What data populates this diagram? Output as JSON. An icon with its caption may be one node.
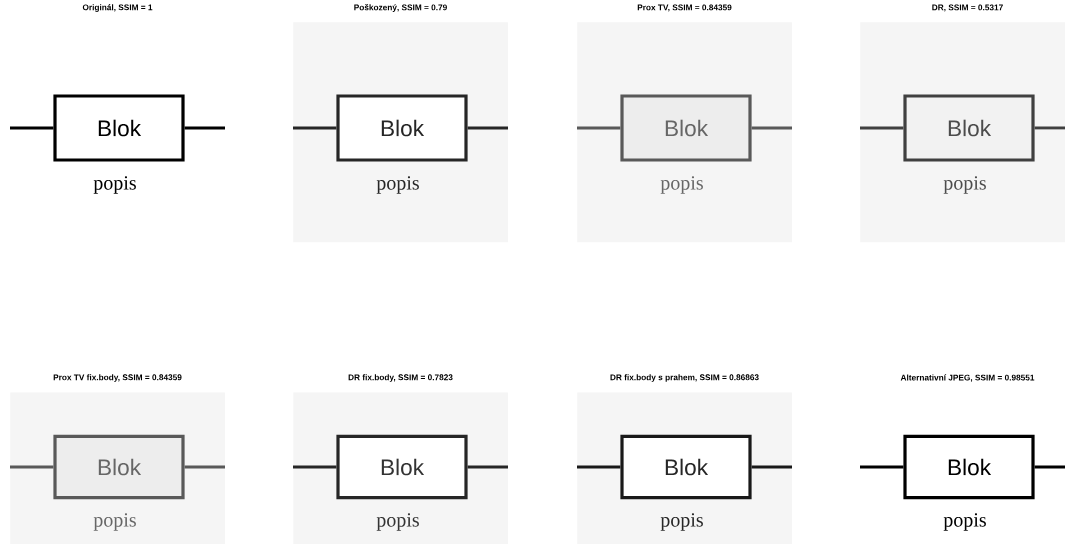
{
  "diagram": {
    "nodes": [
      {
        "text": [
          "Originál, SSIM = 1"
        ]
      },
      {
        "text": [
          "Blok"
        ],
        "beside": [
          "popis"
        ]
      },
      {
        "text": [
          "Poškozený, SSIM = 0.79"
        ]
      },
      {
        "text": [
          "Blok"
        ],
        "beside": [
          "popis"
        ],
        "in": 2
      },
      {
        "text": [
          "Prox TV, SSIM = 0.84359"
        ]
      },
      {
        "text": [
          "Blok"
        ],
        "beside": [
          "popis"
        ],
        "in": 4
      },
      {
        "text": [
          "DR, SSIM = 0.5317"
        ]
      },
      {
        "text": [
          "Blok"
        ],
        "beside": [
          "popis"
        ],
        "in": 6
      },
      {
        "text": [
          "Prox TV fix.body, SSIM = 0.84359"
        ]
      },
      {
        "text": [
          "Blok"
        ],
        "beside": [
          "popis"
        ],
        "in": 8
      },
      {
        "text": [
          "DR fix.body, SSIM = 0.7823"
        ]
      },
      {
        "text": [
          "Blok"
        ],
        "beside": [
          "popis"
        ],
        "in": 10
      },
      {
        "text": [
          "DR fix.body s prahem, SSIM = 0.86863"
        ]
      },
      {
        "text": [
          "Blok"
        ],
        "beside": [
          "popis"
        ],
        "in": 12
      },
      {
        "text": [
          "Alternativní JPEG, SSIM = 0.98551"
        ]
      },
      {
        "text": [
          "Blok"
        ],
        "beside": [
          "popis"
        ]
      }
    ],
    "edges": [
      {
        "from": null,
        "to": 1,
        "arrow": "none"
      },
      {
        "from": null,
        "to": 1,
        "arrow": "none"
      },
      {
        "from": null,
        "to": 3,
        "arrow": "none"
      },
      {
        "from": null,
        "to": 3,
        "arrow": "none"
      },
      {
        "from": null,
        "to": 5,
        "arrow": "none"
      },
      {
        "from": null,
        "to": 5,
        "arrow": "none"
      },
      {
        "from": null,
        "to": 7,
        "arrow": "none"
      },
      {
        "from": null,
        "to": 7,
        "arrow": "none"
      },
      {
        "from": null,
        "to": 9,
        "arrow": "none"
      },
      {
        "from": null,
        "to": 9,
        "arrow": "none"
      },
      {
        "from": null,
        "to": 11,
        "arrow": "none"
      },
      {
        "from": null,
        "to": 11,
        "arrow": "none"
      },
      {
        "from": null,
        "to": 13,
        "arrow": "none"
      },
      {
        "from": null,
        "to": 13,
        "arrow": "none"
      },
      {
        "from": null,
        "to": 15,
        "arrow": "none"
      },
      {
        "from": null,
        "to": 15,
        "arrow": "none"
      }
    ]
  }
}
